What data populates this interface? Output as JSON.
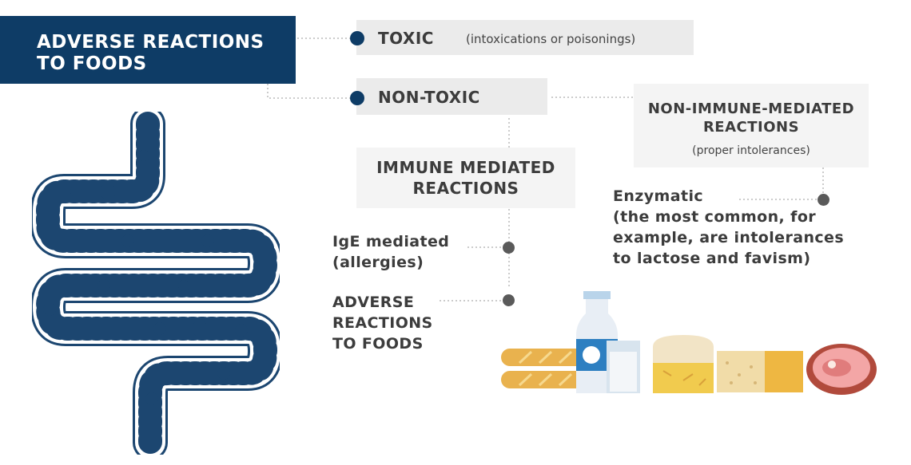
{
  "title": {
    "line1": "ADVERSE REACTIONS",
    "line2": "TO FOODS"
  },
  "toxic": {
    "label": "TOXIC",
    "sub": "(intoxications or poisonings)"
  },
  "non_toxic": {
    "label": "NON-TOXIC"
  },
  "non_immune": {
    "line1": "NON-IMMUNE-MEDIATED",
    "line2": "REACTIONS",
    "sub": "(proper intolerances)"
  },
  "immune": {
    "line1": "IMMUNE MEDIATED",
    "line2": "REACTIONS"
  },
  "ige": {
    "line1": "IgE mediated",
    "line2": "(allergies)"
  },
  "adverse": {
    "line1": "ADVERSE",
    "line2": "REACTIONS",
    "line3": "TO FOODS"
  },
  "enzymatic": {
    "line1": "Enzymatic",
    "line2": "(the most common, for",
    "line3": "example, are intolerances",
    "line4": "to lactose and favism)"
  },
  "colors": {
    "navy": "#0e3c66",
    "gray_box": "#ebebeb",
    "text": "#3c3c3c",
    "dot_gray": "#5a5a5a"
  },
  "icons": [
    "intestine-network-icon",
    "bread-icon",
    "milk-bottle-icon",
    "glass-of-milk-icon",
    "cheese-icon",
    "butter-icon",
    "meat-steak-icon"
  ]
}
